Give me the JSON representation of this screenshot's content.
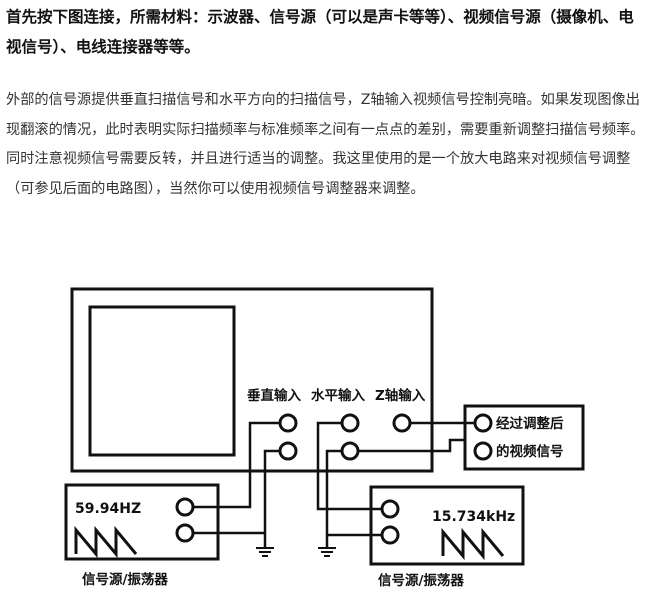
{
  "heading": "首先按下图连接，所需材料：示波器、信号源（可以是声卡等等）、视频信号源（摄像机、电视信号）、电线连接器等等。",
  "paragraph": "外部的信号源提供垂直扫描信号和水平方向的扫描信号，Z轴输入视频信号控制亮暗。如果发现图像出现翻滚的情况，此时表明实际扫描频率与标准频率之间有一点点的差别，需要重新调整扫描信号频率。同时注意视频信号需要反转，并且进行适当的调整。我这里使用的是一个放大电路来对视频信号调整（可参见后面的电路图），当然你可以使用视频信号调整器来调整。",
  "diagram": {
    "input_vertical": "垂直输入",
    "input_horizontal": "水平输入",
    "input_z": "Z轴输入",
    "video_line1": "经过调整后",
    "video_line2": "的视频信号",
    "left_freq": "59.94HZ",
    "right_freq": "15.734kHz",
    "left_source_label": "信号源/振荡器",
    "right_source_label": "信号源/振荡器"
  }
}
